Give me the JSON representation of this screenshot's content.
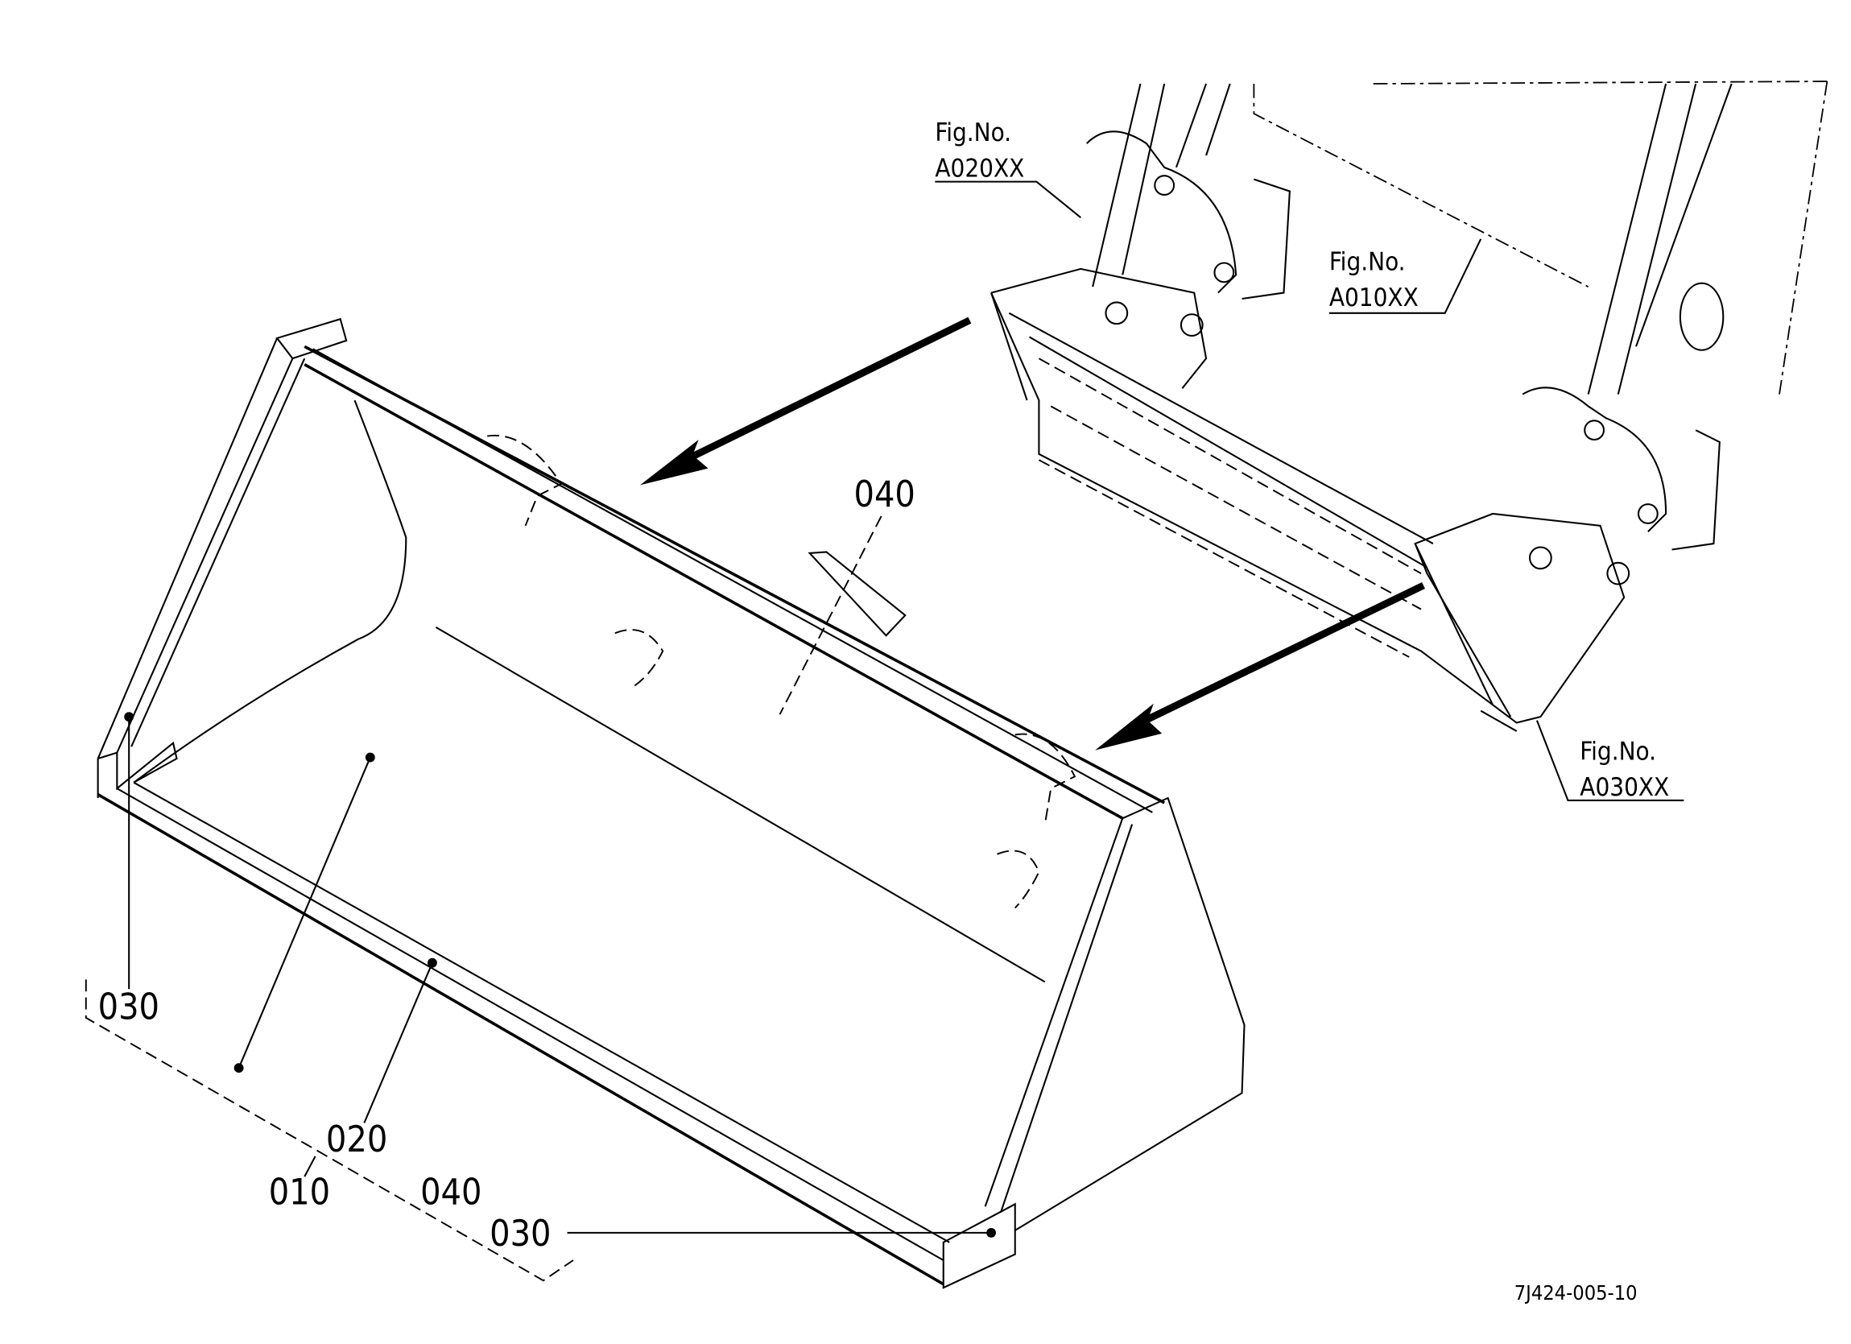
{
  "figure_refs": [
    {
      "prefix": "Fig.No.",
      "code": "A020XX"
    },
    {
      "prefix": "Fig.No.",
      "code": "A010XX"
    },
    {
      "prefix": "Fig.No.",
      "code": "A030XX"
    }
  ],
  "part_labels": {
    "p040_top": "040",
    "p030_left": "030",
    "p020": "020",
    "p010": "010",
    "p040_bottom": "040",
    "p030_bottom": "030"
  },
  "drawing_code": "7J424-005-10"
}
